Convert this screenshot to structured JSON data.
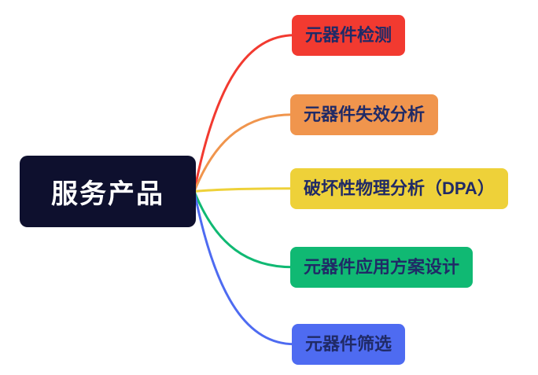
{
  "diagram": {
    "type": "mindmap",
    "direction": "left-to-right"
  },
  "colors": {
    "background": "#ffffff",
    "root_bg": "#0e102e",
    "root_text": "#ffffff",
    "node_text": "#202a66"
  },
  "root": {
    "label": "服务产品"
  },
  "nodes": [
    {
      "id": "component-testing",
      "label": "元器件检测",
      "color": "#f23a30"
    },
    {
      "id": "failure-analysis",
      "label": "元器件失效分析",
      "color": "#f0954d"
    },
    {
      "id": "dpa-analysis",
      "label": "破坏性物理分析（DPA）",
      "color": "#eed139"
    },
    {
      "id": "application-design",
      "label": "元器件应用方案设计",
      "color": "#10b973"
    },
    {
      "id": "component-screening",
      "label": "元器件筛选",
      "color": "#4e6bf1"
    }
  ]
}
